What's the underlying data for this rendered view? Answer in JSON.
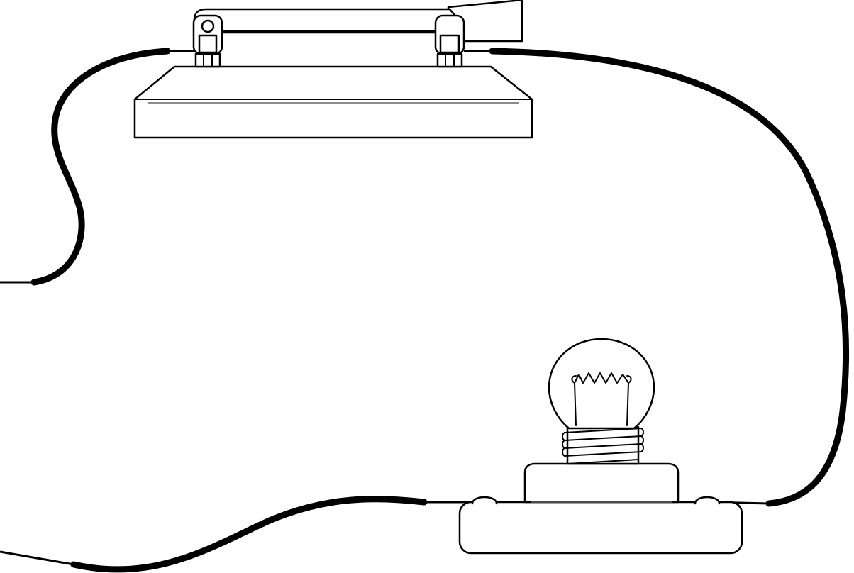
{
  "diagram": {
    "components": [
      {
        "id": "switch",
        "icon": "knife-switch-icon"
      },
      {
        "id": "bulb",
        "icon": "light-bulb-icon"
      }
    ],
    "wires": [
      "wire-left",
      "wire-switch-to-bulb",
      "wire-bottom"
    ],
    "colors": {
      "wire": "#000000",
      "outline": "#000000",
      "fill": "#ffffff"
    }
  }
}
